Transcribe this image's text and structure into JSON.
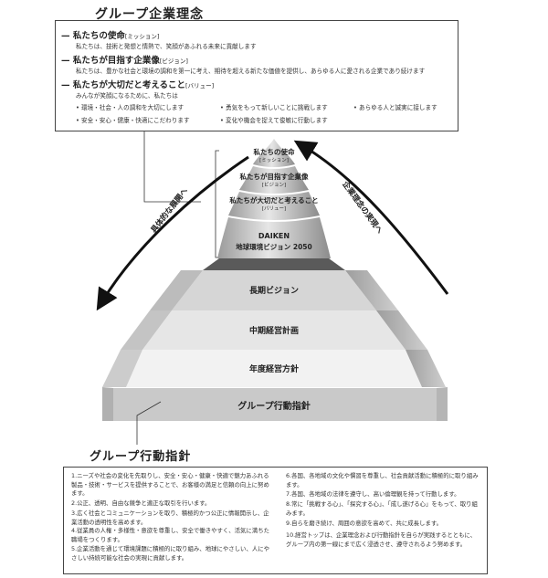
{
  "philosophy": {
    "title": "グループ企業理念",
    "mission": {
      "head": "私たちの使命",
      "tag": "[ミッション]",
      "body": "私たちは、技術と発想と情熱で、笑顔があふれる未来に貢献します"
    },
    "vision": {
      "head": "私たちが目指す企業像",
      "tag": "[ビジョン]",
      "body": "私たちは、豊かな社会と環境の調和を第一に考え、期待を超える新たな価値を提供し、あらゆる人に愛される企業であり続けます"
    },
    "values": {
      "head": "私たちが大切だと考えること",
      "tag": "[バリュー]",
      "intro": "みんなが笑顔になるために、私たちは",
      "items": [
        "環境・社会・人の調和を大切にします",
        "勇気をもって新しいことに挑戦します",
        "あらゆる人と誠実に接します",
        "安全・安心・健康・快適にこだわります",
        "変化や機会を捉えて俊敏に行動します"
      ]
    }
  },
  "pyramid": {
    "mission": "私たちの使命",
    "mission_tag": "[ミッション]",
    "vision": "私たちが目指す企業像",
    "vision_tag": "[ビジョン]",
    "values": "私たちが大切だと考えること",
    "values_tag": "[バリュー]",
    "eco_line1": "DAIKEN",
    "eco_line2": "地球環境ビジョン 2050",
    "long_term": "長期ビジョン",
    "mid_term": "中期経営計画",
    "annual": "年度経営方針",
    "base": "グループ行動指針"
  },
  "arrows": {
    "left": "具体的な展開へ",
    "right": "企業理念の実現へ"
  },
  "policies": {
    "title": "グループ行動指針",
    "left": [
      "1.ニーズや社会の変化を先取りし、安全・安心・健康・快適で魅力あふれる製品・技術・サービスを提供することで、お客様の満足と信頼の向上に努めます。",
      "2.公正、透明、自由な競争と適正な取引を行います。",
      "3.広く社会とコミュニケーションを取り、積極的かつ公正に情報開示し、企業活動の透明性を高めます。",
      "4.従業員の人権・多様性・意欲を尊重し、安全で働きやすく、活気に満ちた職場をつくります。",
      "5.企業活動を通じて環境課題に積極的に取り組み、地球にやさしい、人にやさしい持続可能な社会の実現に貢献します。"
    ],
    "right": [
      "6.各国、各地域の文化や慣習を尊重し、社会貢献活動に積極的に取り組みます。",
      "7.各国、各地域の法律を遵守し、高い倫理観を持って行動します。",
      "8.常に「挑戦する心」、「探究する心」、「成し遂げる心」をもって、取り組みます。",
      "9.自らを磨き続け、周囲の意欲を高めて、共に成長します。",
      "10.経営トップは、企業理念および行動指針を自らが実践するとともに、グループ内の第一線にまで広く浸透させ、遵守されるよう努めます。"
    ]
  }
}
